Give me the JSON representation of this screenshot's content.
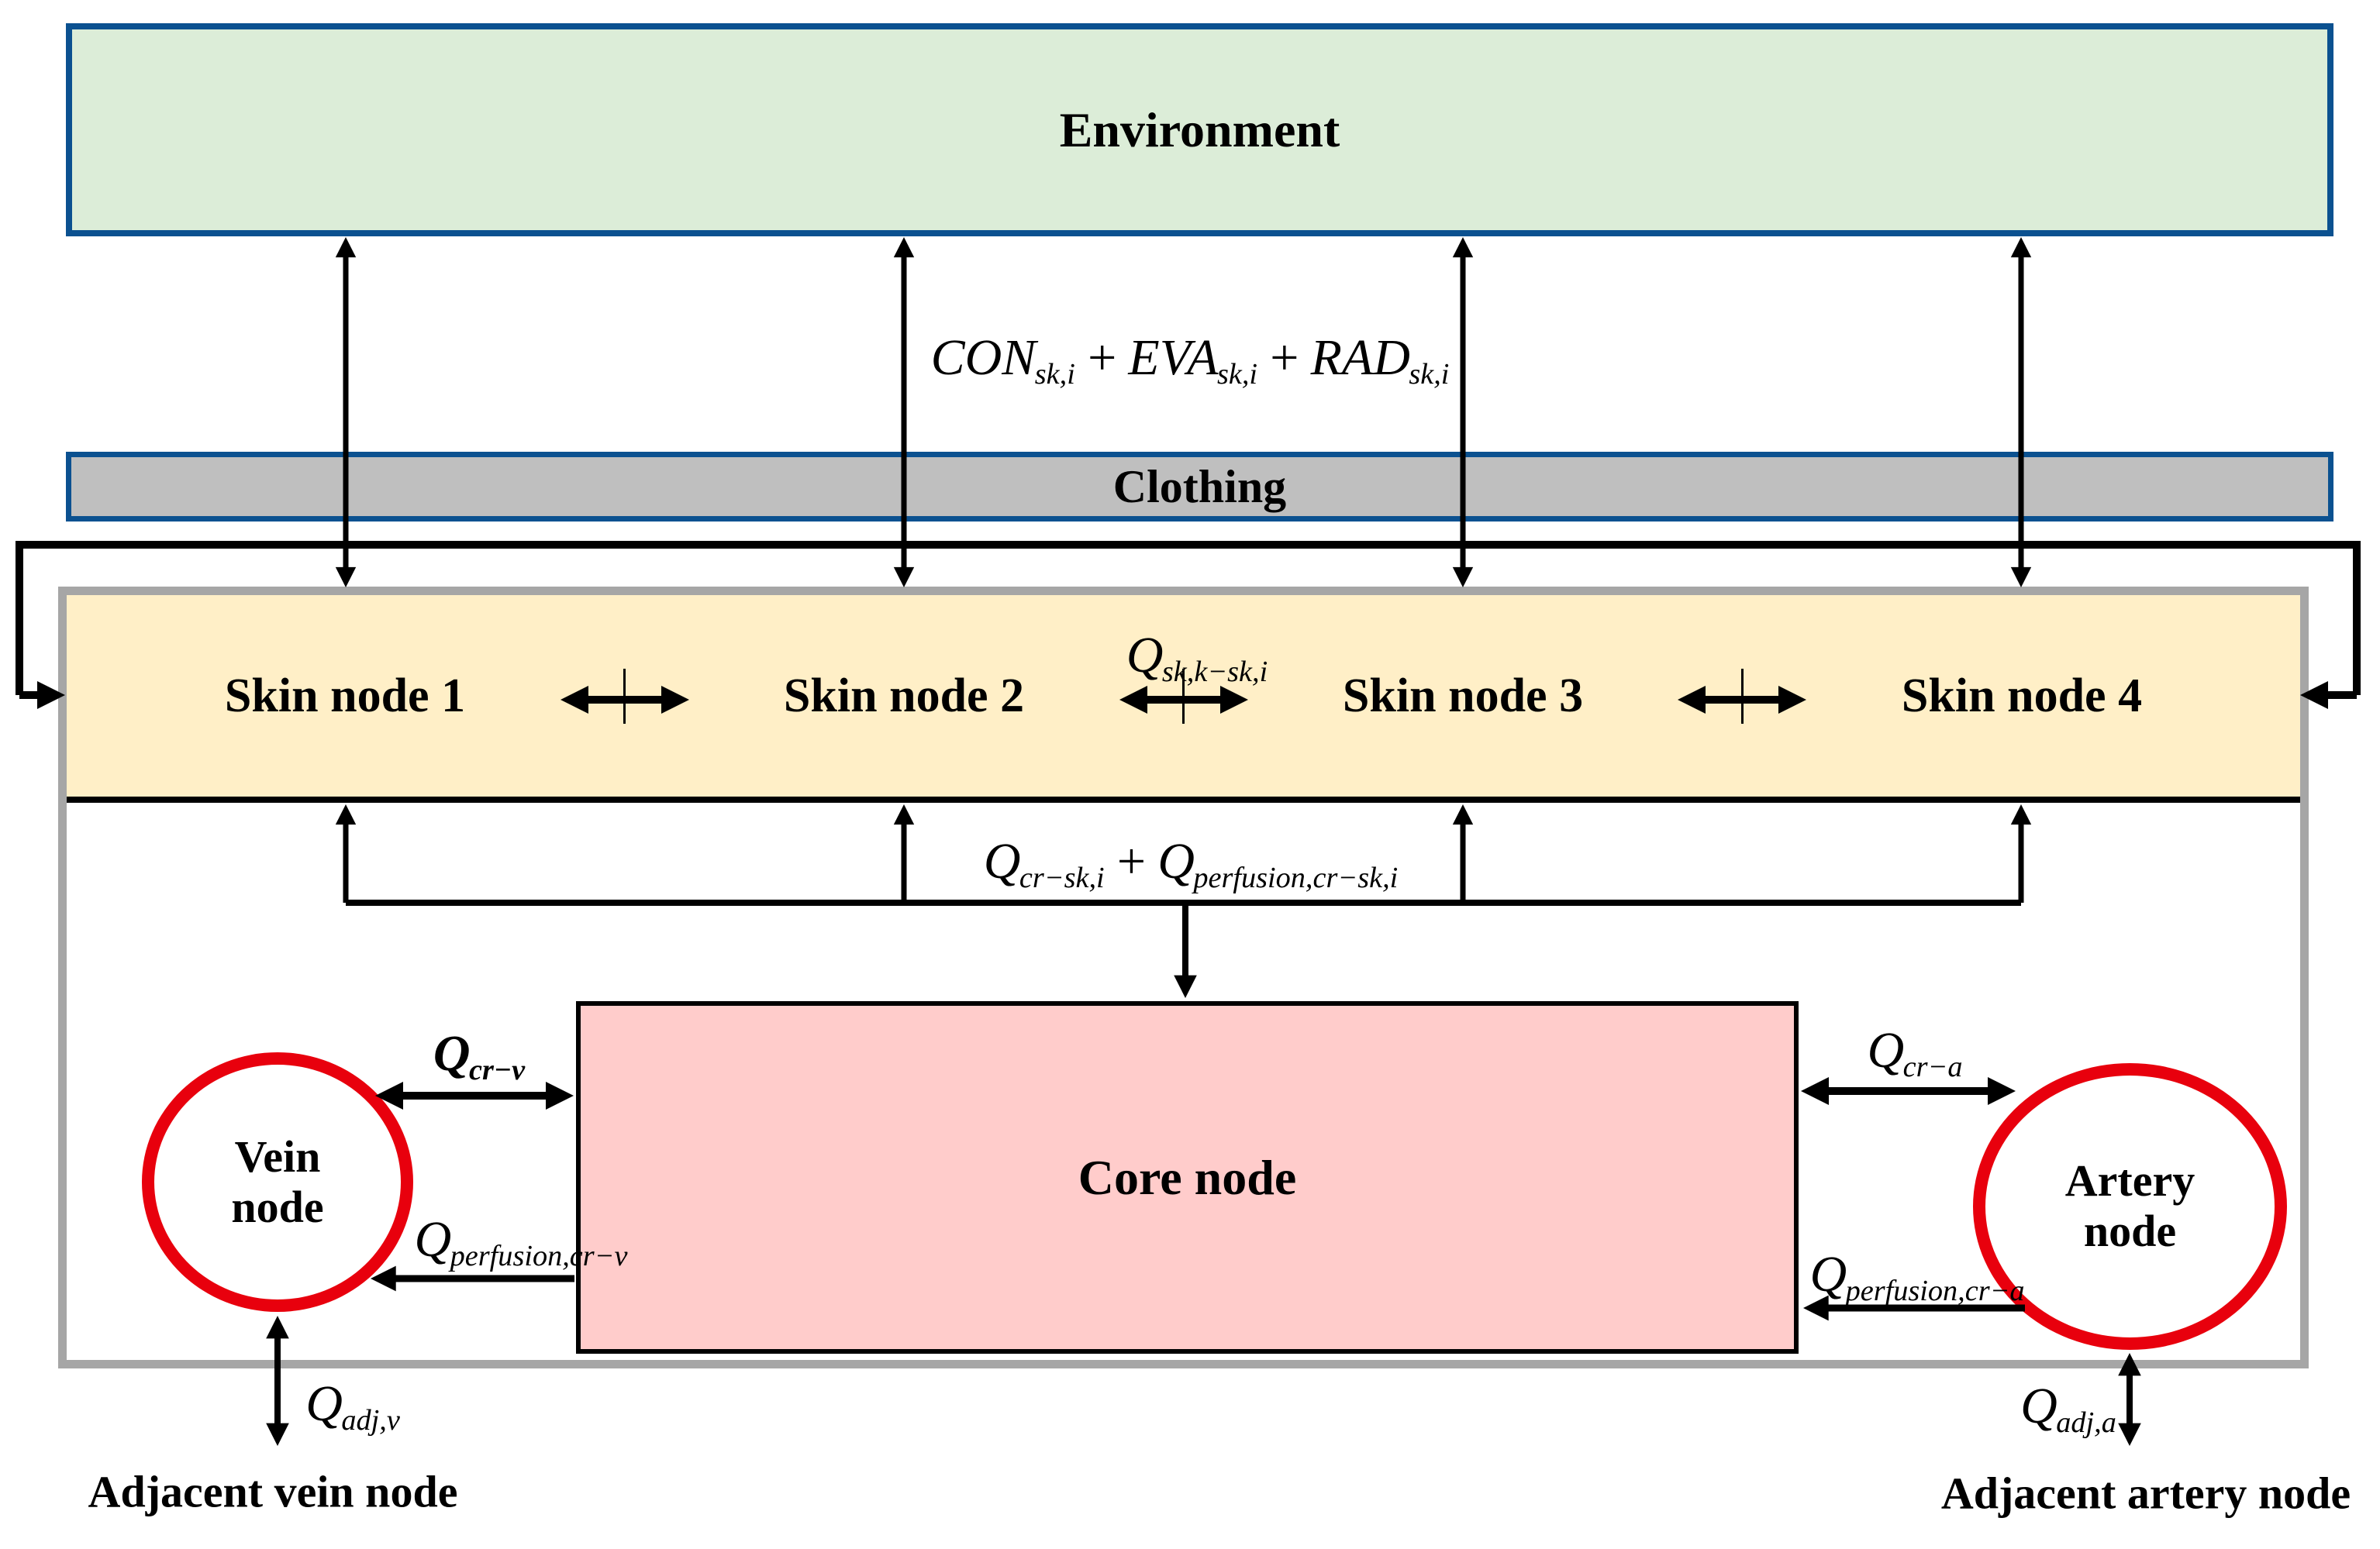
{
  "colors": {
    "environment_fill": "#dcedd8",
    "environment_border": "#0b5190",
    "clothing_fill": "#bfbfbf",
    "clothing_border": "#0b5190",
    "skin_fill": "#ffefc7",
    "core_fill": "#ffcccb",
    "node_circle_stroke": "#e8000d",
    "body_outline": "#a6a6a6",
    "arrow_color": "#000000"
  },
  "nodes": {
    "environment": "Environment",
    "clothing": "Clothing",
    "skin": [
      "Skin node 1",
      "Skin node 2",
      "Skin node 3",
      "Skin node 4"
    ],
    "core": "Core node",
    "vein": [
      "Vein",
      "node"
    ],
    "artery": [
      "Artery",
      "node"
    ],
    "adjacent_vein": "Adjacent vein node",
    "adjacent_artery": "Adjacent artery node"
  },
  "equations": {
    "environment_exchange": {
      "t1": "CON",
      "s1": "sk,i",
      "p1": "+",
      "t2": "EVA",
      "s2": "sk,i",
      "p2": "+",
      "t3": "RAD",
      "s3": "sk,i"
    },
    "skin_conduction": {
      "t1": "Q",
      "s1": "sk,k−sk,i"
    },
    "core_to_skin": {
      "t1": "Q",
      "s1": "cr−sk,i",
      "p1": "+",
      "t2": "Q",
      "s2": "perfusion,cr−sk,i"
    },
    "core_vein": {
      "t1": "Q",
      "s1": "cr−v"
    },
    "perfusion_core_vein": {
      "t1": "Q",
      "s1": "perfusion,cr−v"
    },
    "core_artery": {
      "t1": "Q",
      "s1": "cr−a"
    },
    "perfusion_core_artery": {
      "t1": "Q",
      "s1": "perfusion,cr−a"
    },
    "adjacent_vein_flow": {
      "t1": "Q",
      "s1": "adj,v"
    },
    "adjacent_artery_flow": {
      "t1": "Q",
      "s1": "adj,a"
    }
  }
}
